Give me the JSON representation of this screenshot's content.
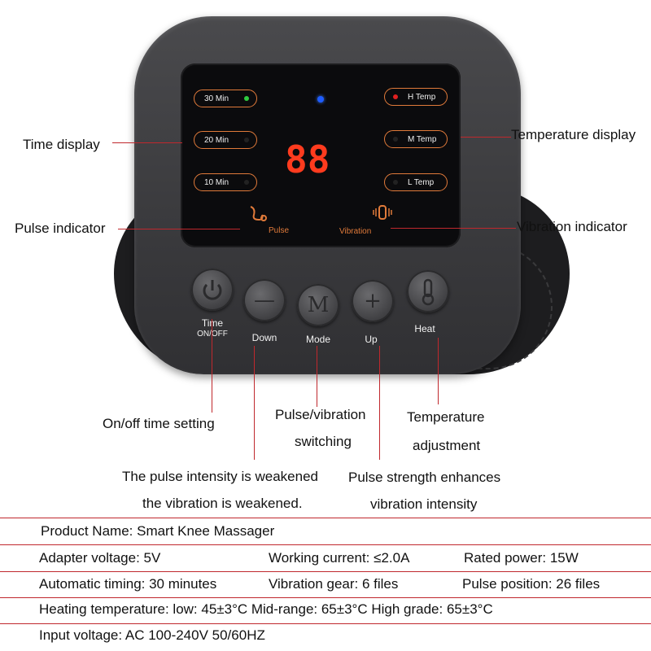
{
  "device": {
    "time_buttons": [
      "30 Min",
      "20 Min",
      "10 Min"
    ],
    "temp_buttons": [
      "H Temp",
      "M Temp",
      "L Temp"
    ],
    "display_value": "88",
    "pulse_label": "Pulse",
    "vibration_label": "Vibration",
    "buttons": [
      {
        "label": "Time",
        "sub": "ON/OFF",
        "icon": "power-icon"
      },
      {
        "label": "Down",
        "sub": "",
        "icon": "minus-icon",
        "symbol": "—"
      },
      {
        "label": "Mode",
        "sub": "",
        "icon": "mode-icon",
        "symbol": "M"
      },
      {
        "label": "Up",
        "sub": "",
        "icon": "plus-icon",
        "symbol": "+"
      },
      {
        "label": "Heat",
        "sub": "",
        "icon": "thermometer-icon"
      }
    ],
    "colors": {
      "accent_led_green": "#2ecc40",
      "accent_led_red": "#e02020",
      "indicator_blue": "#1e5cff",
      "digit_red": "#ff3b1e",
      "pill_border": "#e07a3a"
    }
  },
  "annotations": {
    "time_display": "Time display",
    "temperature_display": "Temperature display",
    "pulse_indicator": "Pulse indicator",
    "vibration_indicator": "Vibration indicator",
    "onoff_time": "On/off time setting",
    "pulse_vibration_line1": "Pulse/vibration",
    "pulse_vibration_line2": "switching",
    "temperature_adj_line1": "Temperature",
    "temperature_adj_line2": "adjustment",
    "down_desc_line1": "The pulse intensity is weakened",
    "down_desc_line2": "the vibration is weakened.",
    "up_desc_line1": "Pulse strength enhances",
    "up_desc_line2": "vibration intensity"
  },
  "specs": {
    "product_name": "Product Name: Smart Knee Massager",
    "adapter_voltage": "Adapter voltage: 5V",
    "working_current": "Working current: ≤2.0A",
    "rated_power": "Rated power: 15W",
    "automatic_timing": "Automatic timing: 30 minutes",
    "vibration_gear": "Vibration gear: 6 files",
    "pulse_position": "Pulse position: 26 files",
    "heating_temperature": "Heating temperature: low: 45±3°C Mid-range: 65±3°C High grade: 65±3°C",
    "input_voltage": "Input voltage: AC 100-240V 50/60HZ"
  }
}
